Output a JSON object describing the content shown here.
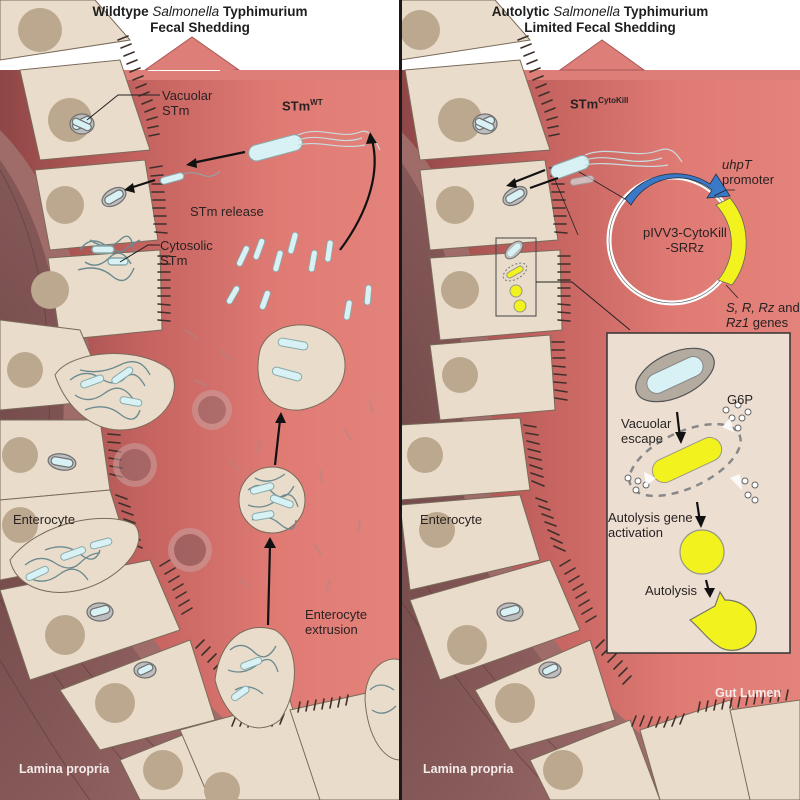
{
  "colors": {
    "lumen": "#e07b74",
    "lumen_dark": "#9a4e4e",
    "cell": "#eadccb",
    "cell_shadow": "#d3c2ad",
    "nucleus": "#bba88e",
    "lamina": "#8c5e5c",
    "bacterium": "#d8f1f4",
    "yellow": "#f2f21e",
    "plasmid_blue": "#3a78c8",
    "inset_bg": "#ecdfd2"
  },
  "left_panel": {
    "title_line1_pre": "Wildtype ",
    "title_line1_italic": "Salmonella",
    "title_line1_post": " Typhimurium",
    "title_line2": "Fecal Shedding",
    "strain_label": "STm",
    "strain_sup": "WT",
    "labels": {
      "vacuolar": [
        "Vacuolar",
        "STm"
      ],
      "cytosolic": [
        "Cytosolic",
        "STm"
      ],
      "release": "STm release",
      "enterocyte": "Enterocyte",
      "extrusion": [
        "Enterocyte",
        "extrusion"
      ],
      "lamina": "Lamina propria"
    }
  },
  "right_panel": {
    "title_line1_pre": "Autolytic ",
    "title_line1_italic": "Salmonella",
    "title_line1_post": " Typhimurium",
    "title_line2": "Limited Fecal Shedding",
    "strain_label": "STm",
    "strain_sup": "CytoKill",
    "plasmid": {
      "name_line1": "pIVV3-CytoKill",
      "name_line2": "-SRRz",
      "promoter_italic": "uhpT",
      "promoter_text": "promoter",
      "genes_line1_italic": "S, R, Rz",
      "genes_line1_post": " and",
      "genes_line2_italic": "Rz1",
      "genes_line2_post": " genes"
    },
    "inset": {
      "g6p": "G6P",
      "steps": [
        "Vacuolar",
        "escape",
        "Autolysis gene",
        "activation",
        "Autolysis"
      ]
    },
    "labels": {
      "enterocyte": "Enterocyte",
      "lamina": "Lamina propria",
      "gut_lumen": "Gut Lumen"
    }
  }
}
